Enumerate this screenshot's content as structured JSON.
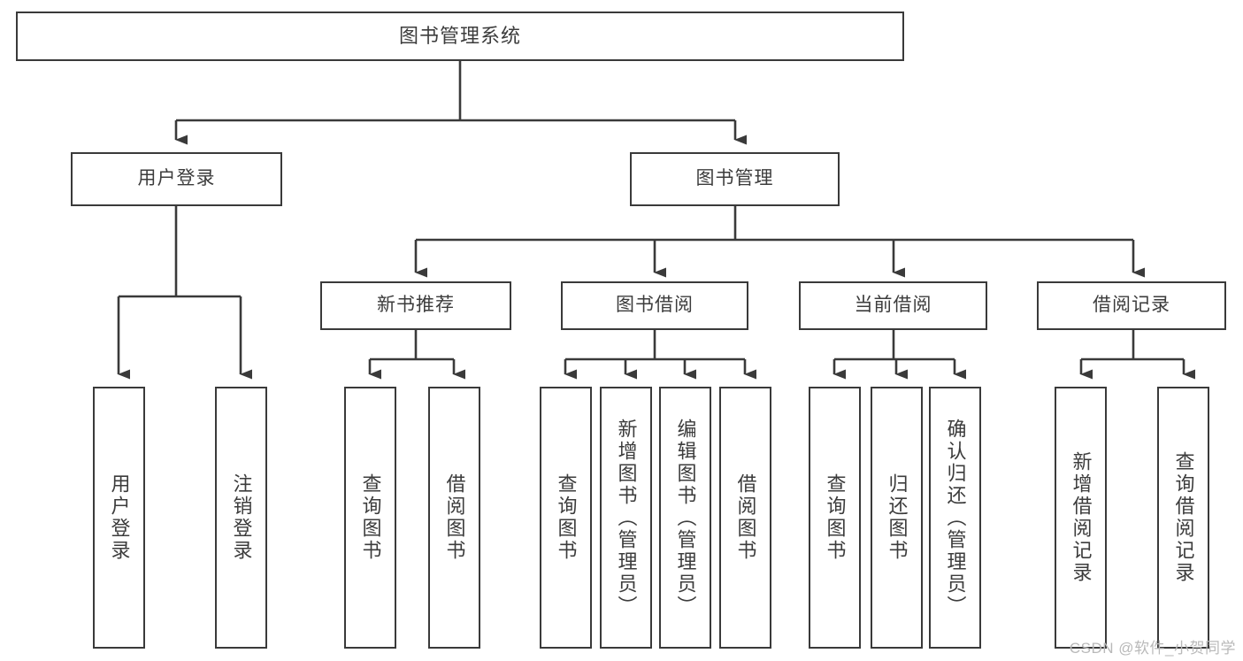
{
  "diagram": {
    "type": "tree-hierarchy",
    "title": "图书管理系统",
    "colors": {
      "stroke": "#3a3a3a",
      "text": "#3c3c3c",
      "background": "#ffffff",
      "watermark": "#b9b9b9"
    },
    "nodes": {
      "root": {
        "label": "图书管理系统"
      },
      "level2": [
        {
          "id": "user-login",
          "label": "用户登录"
        },
        {
          "id": "book-manage",
          "label": "图书管理"
        }
      ],
      "level3": [
        {
          "id": "new-book-recommend",
          "label": "新书推荐"
        },
        {
          "id": "book-borrow",
          "label": "图书借阅"
        },
        {
          "id": "current-borrow",
          "label": "当前借阅"
        },
        {
          "id": "borrow-record",
          "label": "借阅记录"
        }
      ],
      "leaves": {
        "user-login": [
          {
            "id": "leaf-user-login",
            "label": "用户登录"
          },
          {
            "id": "leaf-logout",
            "label": "注销登录"
          }
        ],
        "new-book-recommend": [
          {
            "id": "leaf-query-book-1",
            "label": "查询图书"
          },
          {
            "id": "leaf-borrow-book-1",
            "label": "借阅图书"
          }
        ],
        "book-borrow": [
          {
            "id": "leaf-query-book-2",
            "label": "查询图书"
          },
          {
            "id": "leaf-add-book",
            "label": "新增图书（管理员）"
          },
          {
            "id": "leaf-edit-book",
            "label": "编辑图书（管理员）"
          },
          {
            "id": "leaf-borrow-book-2",
            "label": "借阅图书"
          }
        ],
        "current-borrow": [
          {
            "id": "leaf-query-book-3",
            "label": "查询图书"
          },
          {
            "id": "leaf-return-book",
            "label": "归还图书"
          },
          {
            "id": "leaf-confirm-return",
            "label": "确认归还（管理员）"
          }
        ],
        "borrow-record": [
          {
            "id": "leaf-add-record",
            "label": "新增借阅记录"
          },
          {
            "id": "leaf-query-record",
            "label": "查询借阅记录"
          }
        ]
      }
    },
    "watermark": "CSDN @软件_小贺同学"
  }
}
